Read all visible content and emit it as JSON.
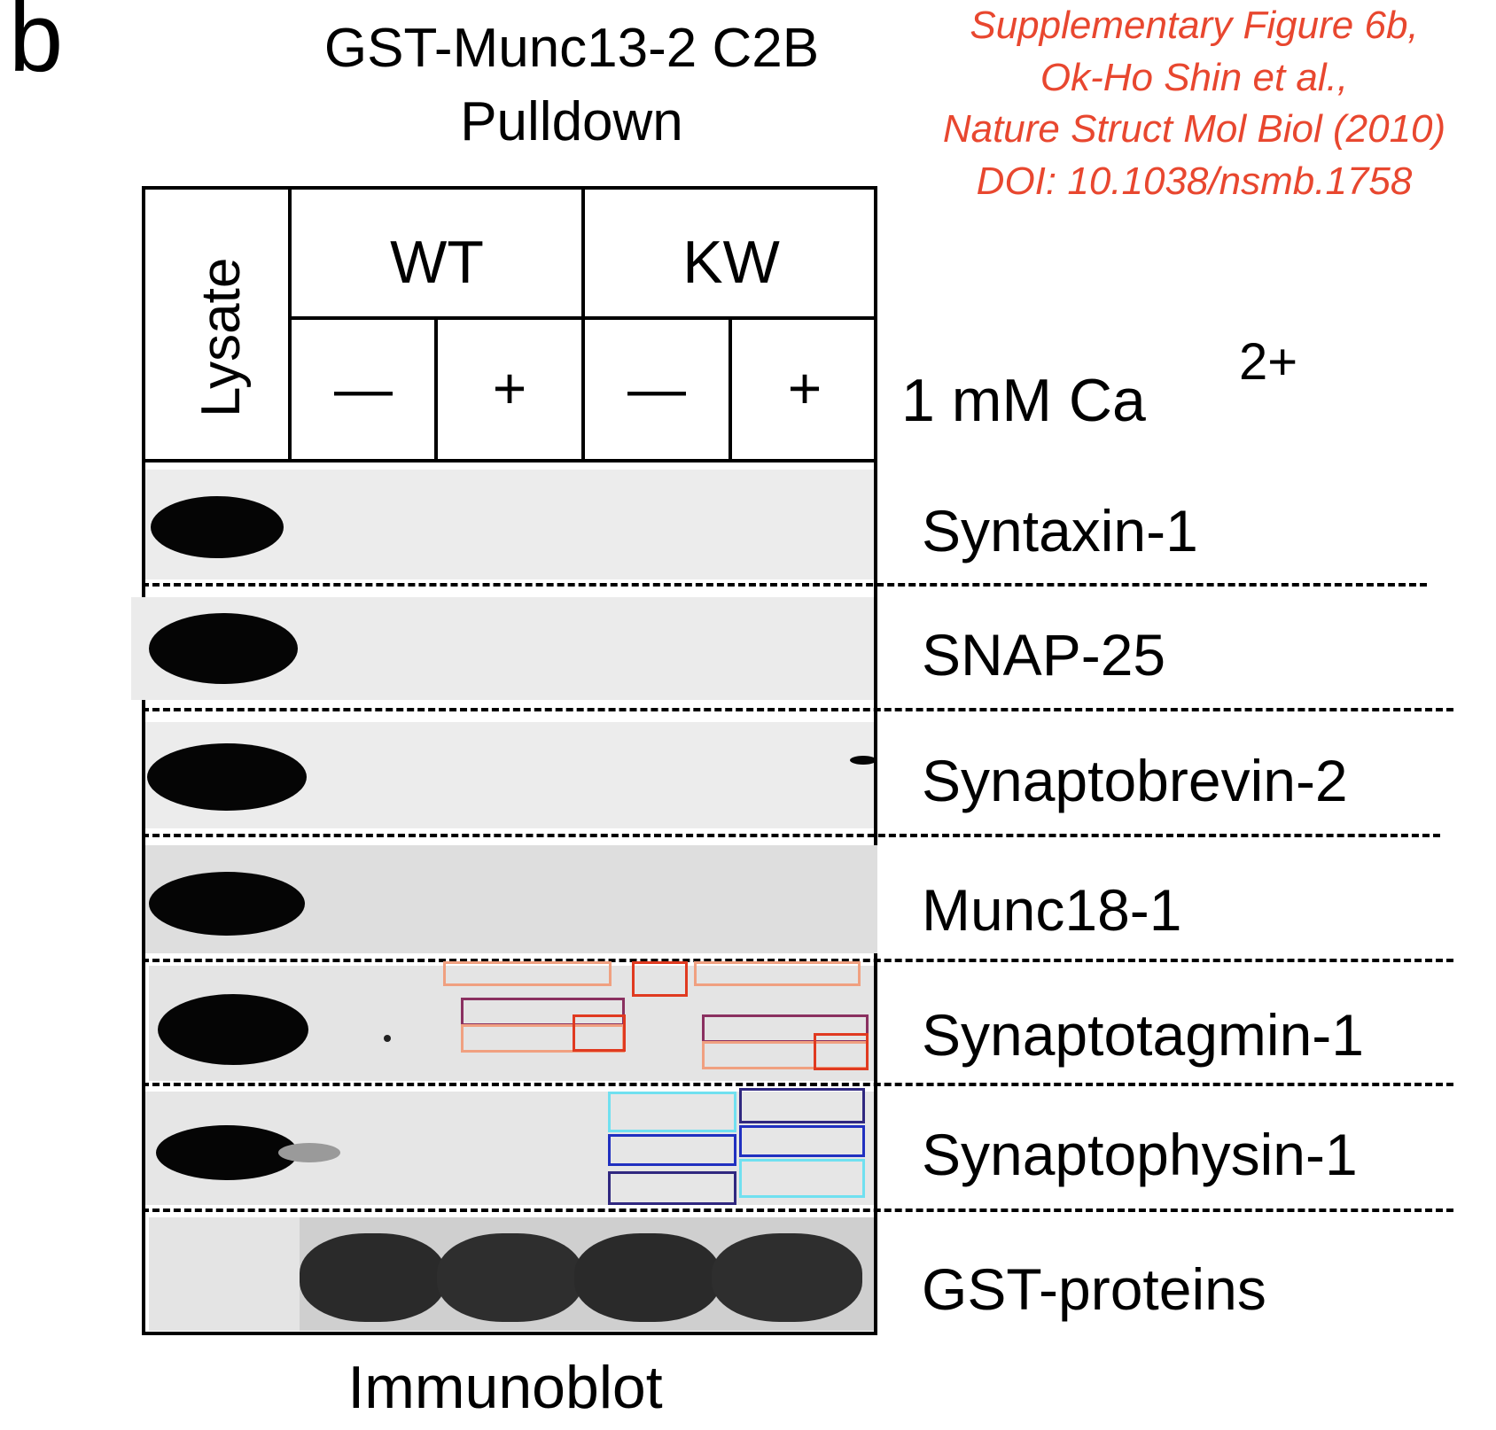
{
  "panel_letter": "b",
  "title": {
    "line1": "GST-Munc13-2 C2B",
    "line2": "Pulldown"
  },
  "citation": {
    "line1": "Supplementary Figure 6b,",
    "line2": "Ok-Ho Shin et al.,",
    "line3": "Nature Struct Mol Biol (2010)",
    "line4": "DOI:  10.1038/nsmb.1758"
  },
  "header": {
    "lysate": "Lysate",
    "groups": [
      "WT",
      "KW"
    ],
    "conditions": [
      "—",
      "+",
      "—",
      "+"
    ],
    "calcium_label": "1 mM Ca",
    "calcium_superscript": "2+"
  },
  "rows": [
    "Syntaxin-1",
    "SNAP-25",
    "Synaptobrevin-2",
    "Munc18-1",
    "Synaptotagmin-1",
    "Synaptophysin-1",
    "GST-proteins"
  ],
  "footer": "Immunoblot",
  "colors": {
    "citation": "#e8472f",
    "annotation_orange": "#f0a080",
    "annotation_red": "#e03a20",
    "annotation_purple": "#8a3060",
    "annotation_cyan": "#70e0f0",
    "annotation_blue": "#2030c0",
    "annotation_navy": "#302880"
  }
}
